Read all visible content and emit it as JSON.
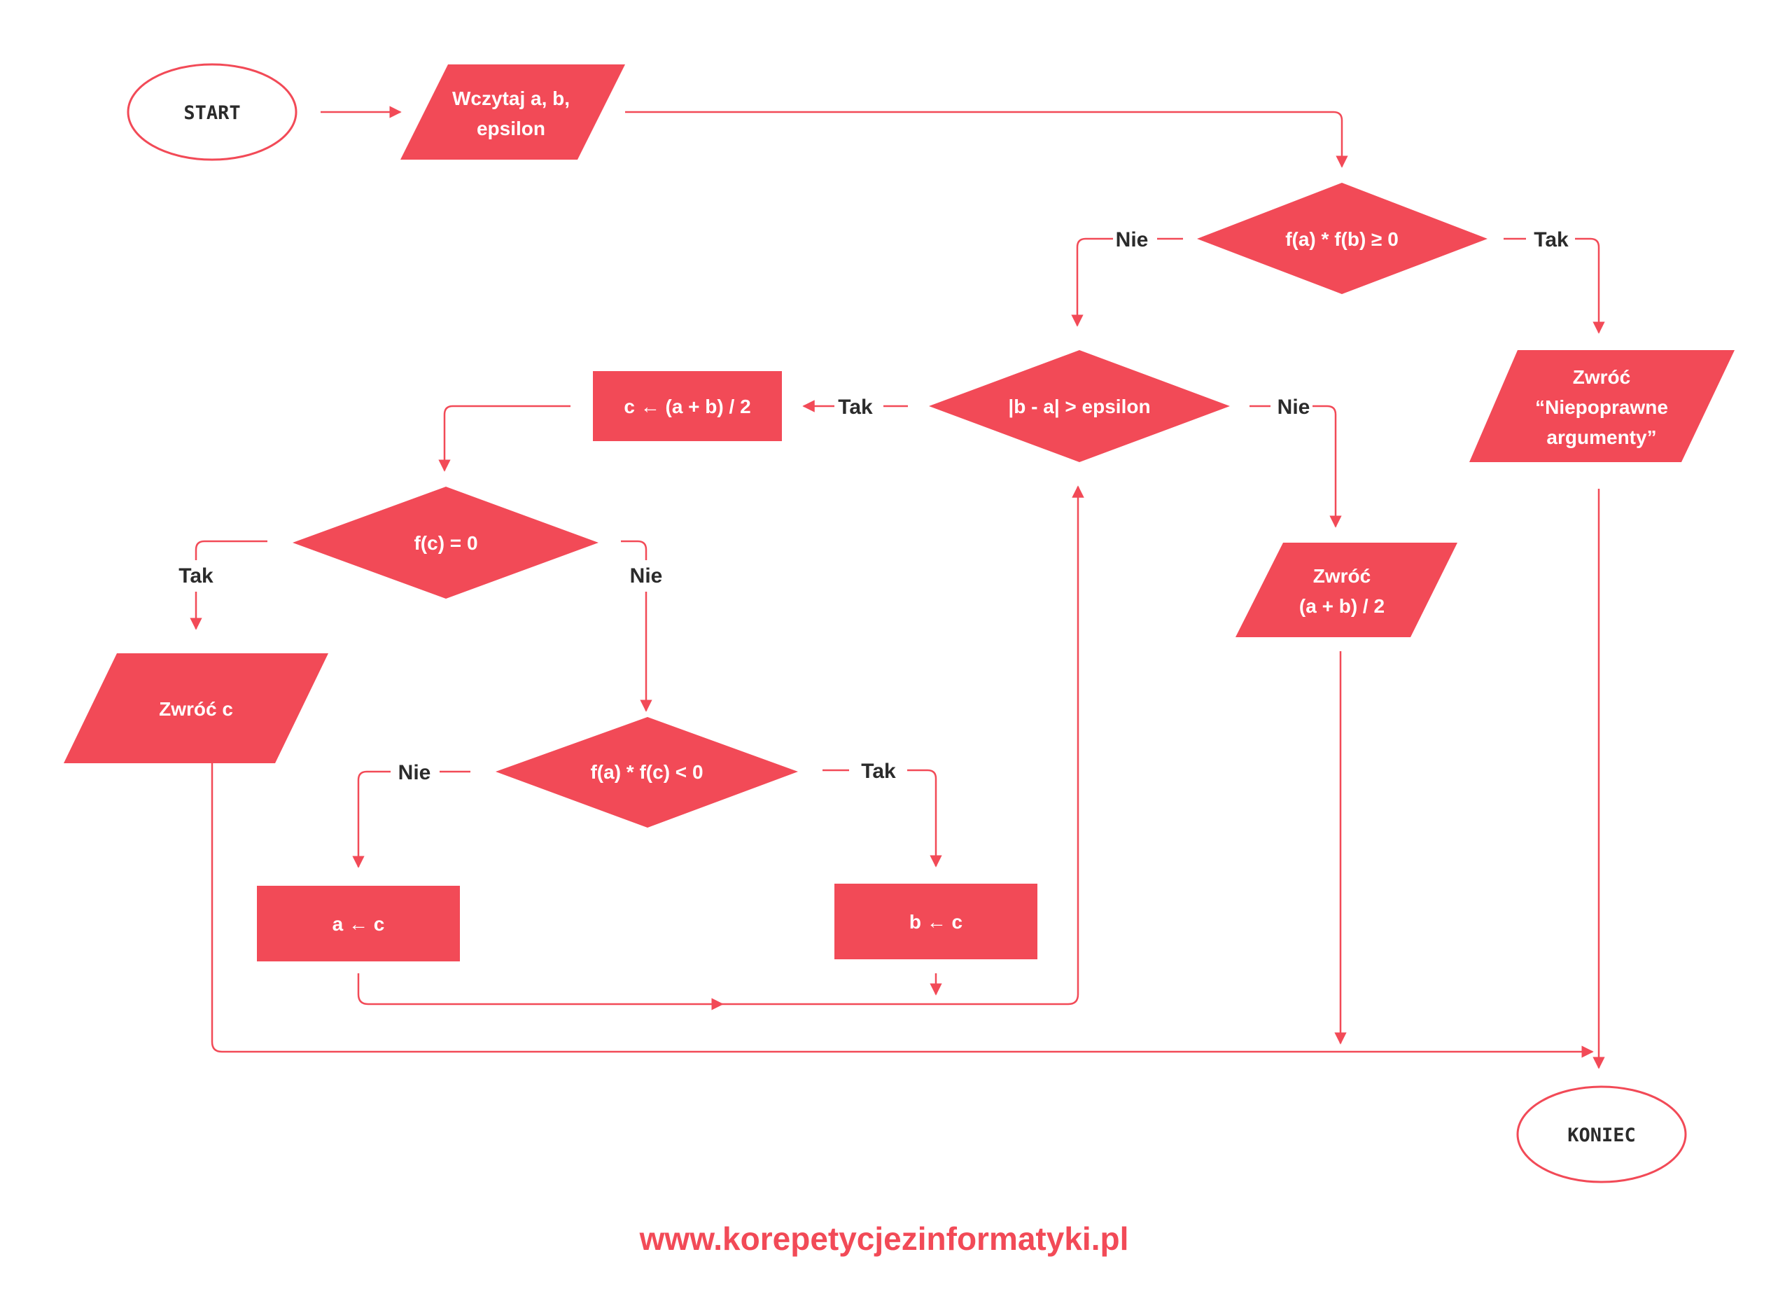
{
  "colors": {
    "accent": "#f24a57",
    "text": "#2b2b2b",
    "background": "#ffffff"
  },
  "nodes": {
    "start": "START",
    "read_input": [
      "Wczytaj a, b,",
      "epsilon"
    ],
    "check_sign": "f(a) * f(b) ≥ 0",
    "return_invalid": [
      "Zwróć",
      "“Niepoprawne",
      "argumenty”"
    ],
    "check_epsilon": "|b - a| > epsilon",
    "compute_c": "c ← (a + b) / 2",
    "check_fc": "f(c) = 0",
    "return_c": "Zwróć c",
    "check_fa_fc": "f(a) * f(c) < 0",
    "assign_a": "a ← c",
    "assign_b": "b ← c",
    "return_mid": [
      "Zwróć",
      "(a + b) / 2"
    ],
    "end": "KONIEC"
  },
  "edge_labels": {
    "sign_no": "Nie",
    "sign_yes": "Tak",
    "epsilon_yes": "Tak",
    "epsilon_no": "Nie",
    "fc_yes": "Tak",
    "fc_no": "Nie",
    "fafc_no": "Nie",
    "fafc_yes": "Tak"
  },
  "footer": "www.korepetycjezinformatyki.pl"
}
